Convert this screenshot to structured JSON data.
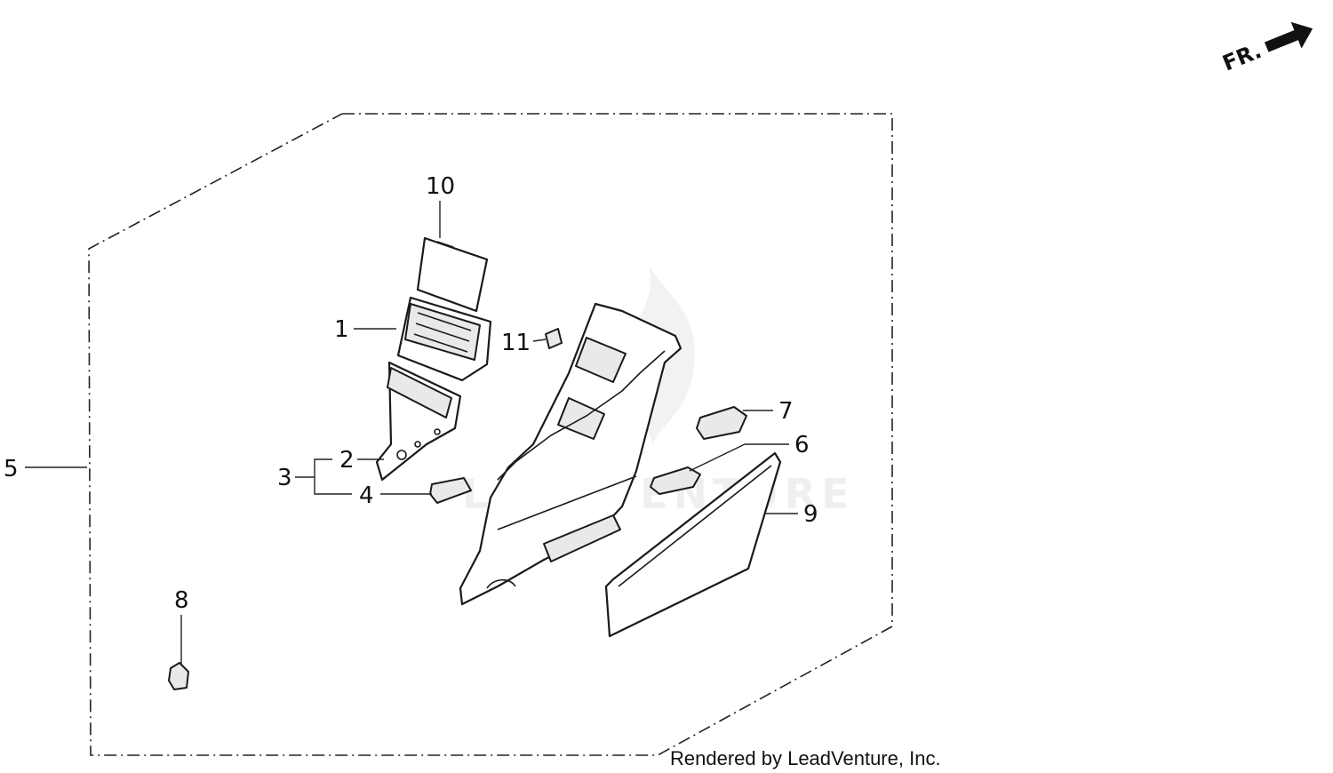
{
  "callouts": {
    "c1": "1",
    "c2": "2",
    "c3": "3",
    "c4": "4",
    "c5": "5",
    "c6": "6",
    "c7": "7",
    "c8": "8",
    "c9": "9",
    "c10": "10",
    "c11": "11"
  },
  "direction_label": "FR.",
  "watermark": "LEADVENTURE",
  "credit": "Rendered by LeadVenture, Inc.",
  "colors": {
    "line": "#1a1a1a",
    "background": "#ffffff"
  },
  "icons": {
    "front_arrow": "direction-arrow-icon",
    "watermark_logo": "flame-logo-icon"
  }
}
